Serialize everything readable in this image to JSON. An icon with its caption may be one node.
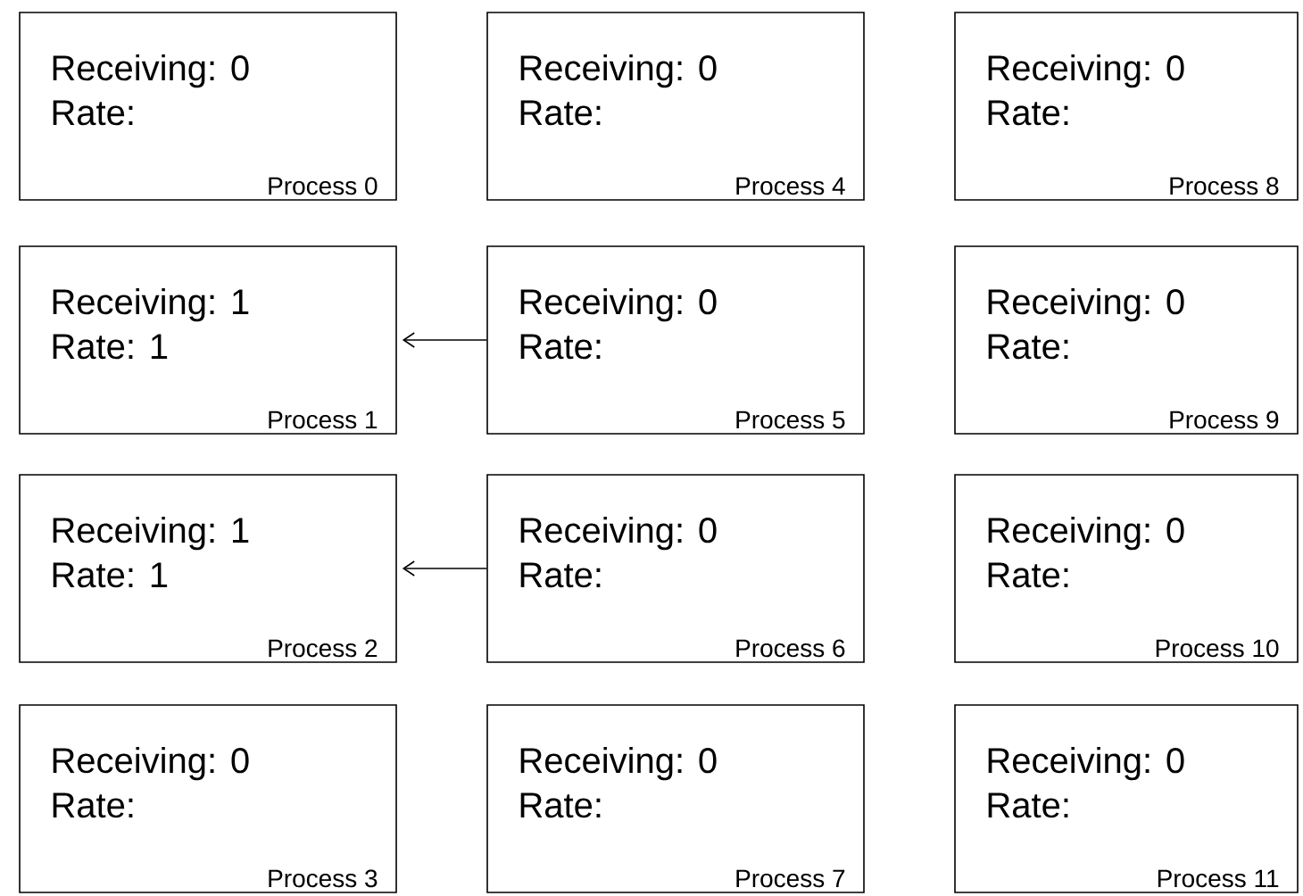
{
  "diagram": {
    "nodes": [
      {
        "text": [
          "Receiving: 0",
          "Rate:",
          "Process 0"
        ]
      },
      {
        "text": [
          "Receiving: 1",
          "Rate: 1",
          "Process 1"
        ]
      },
      {
        "text": [
          "Receiving: 1",
          "Rate: 1",
          "Process 2"
        ]
      },
      {
        "text": [
          "Receiving: 0",
          "Rate:",
          "Process 3"
        ]
      },
      {
        "text": [
          "Receiving: 0",
          "Rate:",
          "Process 4"
        ]
      },
      {
        "text": [
          "Receiving: 0",
          "Rate:",
          "Process 5"
        ]
      },
      {
        "text": [
          "Receiving: 0",
          "Rate:",
          "Process 6"
        ]
      },
      {
        "text": [
          "Receiving: 0",
          "Rate:",
          "Process 7"
        ]
      },
      {
        "text": [
          "Receiving: 0",
          "Rate:",
          "Process 8"
        ]
      },
      {
        "text": [
          "Receiving: 0",
          "Rate:",
          "Process 9"
        ]
      },
      {
        "text": [
          "Receiving: 0",
          "Rate:",
          "Process 10"
        ]
      },
      {
        "text": [
          "Receiving: 0",
          "Rate:",
          "Process 11"
        ]
      }
    ],
    "edges": [
      {
        "from": 5,
        "to": 1,
        "arrow": "to"
      },
      {
        "from": 6,
        "to": 2,
        "arrow": "to"
      }
    ]
  }
}
